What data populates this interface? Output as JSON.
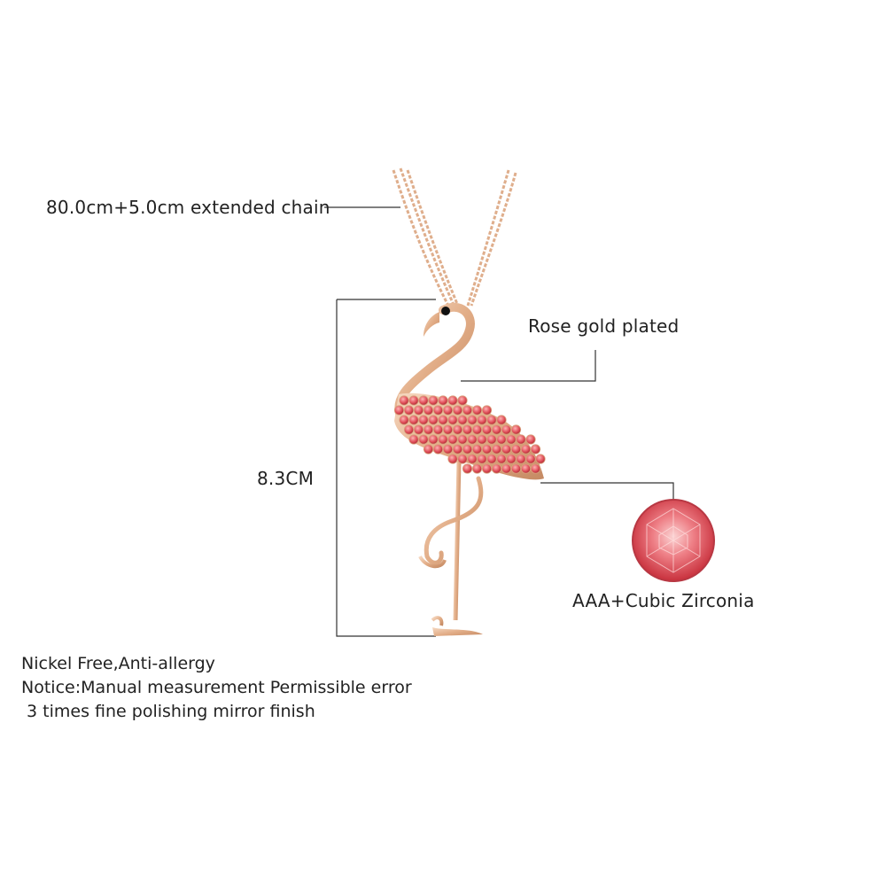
{
  "callouts": {
    "chain": "80.0cm+5.0cm extended chain",
    "plating": "Rose gold plated",
    "height": "8.3CM",
    "stone": "AAA+Cubic Zirconia"
  },
  "notes": [
    "Nickel Free,Anti-allergy",
    "Notice:Manual measurement Permissible error",
    " 3 times fine polishing mirror finish"
  ],
  "colors": {
    "rose_gold": "#e8b996",
    "rose_gold_dark": "#c98f6a",
    "crystal": "#e2555e",
    "crystal_dark": "#b8303b",
    "line": "#333333"
  }
}
